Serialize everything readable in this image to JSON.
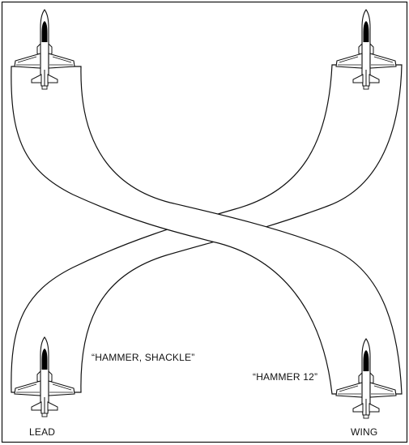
{
  "labels": {
    "lead": "LEAD",
    "wing": "WING",
    "lead_call": "“HAMMER, SHACKLE”",
    "wing_call": "“HAMMER 12”"
  },
  "aircraft": [
    {
      "role": "lead-start",
      "icon": "jet-aircraft-icon"
    },
    {
      "role": "wing-start",
      "icon": "jet-aircraft-icon"
    },
    {
      "role": "lead-end",
      "icon": "jet-aircraft-icon"
    },
    {
      "role": "wing-end",
      "icon": "jet-aircraft-icon"
    }
  ],
  "colors": {
    "line": "#111111",
    "canopy": "#000000",
    "background": "#ffffff"
  }
}
